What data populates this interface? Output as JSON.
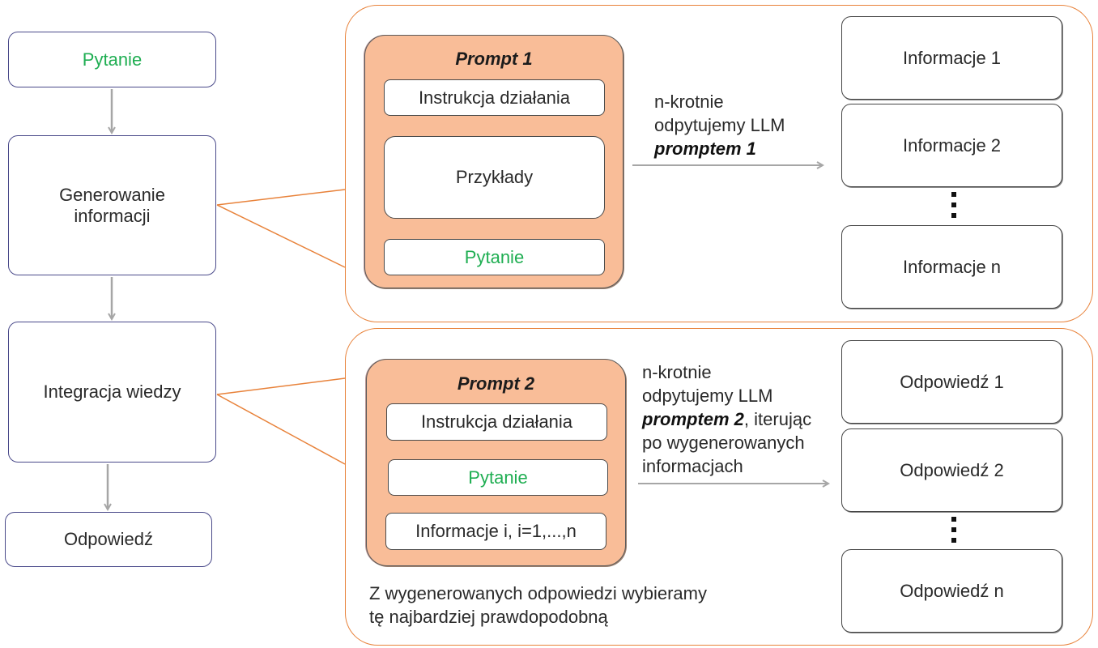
{
  "flow": {
    "question": "Pytanie",
    "generate": "Generowanie informacji",
    "integrate": "Integracja wiedzy",
    "answer": "Odpowiedź"
  },
  "panel1": {
    "prompt_title": "Prompt 1",
    "instruction": "Instrukcja działania",
    "examples": "Przykłady",
    "question": "Pytanie",
    "note_line1": "n-krotnie",
    "note_line2": "odpytujemy LLM",
    "note_bold": "promptem 1",
    "results": [
      "Informacje 1",
      "Informacje 2",
      "Informacje n"
    ]
  },
  "panel2": {
    "prompt_title": "Prompt 2",
    "instruction": "Instrukcja działania",
    "question": "Pytanie",
    "info_item": "Informacje i, i=1,...,n",
    "note_line1": "n-krotnie",
    "note_line2": "odpytujemy LLM",
    "note_bold": "promptem 2",
    "note_after_bold": ", iterując",
    "note_line4": "po wygenerowanych",
    "note_line5": "informacjach",
    "results": [
      "Odpowiedź 1",
      "Odpowiedź 2",
      "Odpowiedź n"
    ],
    "footer_line1": "Z wygenerowanych odpowiedzi wybieramy",
    "footer_line2": "tę najbardziej prawdopodobną"
  },
  "colors": {
    "accent_orange": "#e8823a",
    "prompt_fill": "#f9bd98",
    "question_green": "#1fae52",
    "flow_border": "#4a4a8a",
    "arrow_gray": "#a6a6a6"
  }
}
